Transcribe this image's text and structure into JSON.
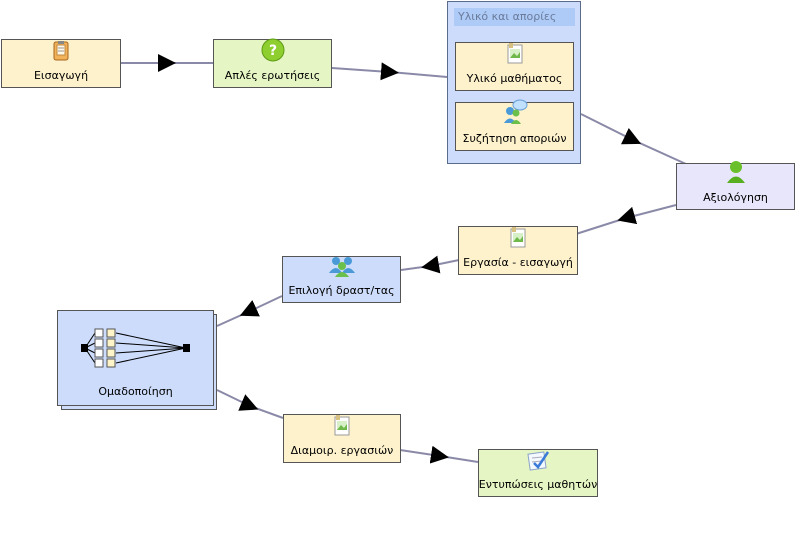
{
  "nodes": {
    "intro": "Εισαγωγή",
    "simple_questions": "Απλές ερωτήσεις",
    "group_title": "Υλικό και απορίες",
    "course_material": "Υλικό μαθήματος",
    "discussion": "Συζήτηση αποριών",
    "assessment": "Αξιολόγηση",
    "assignment_intro": "Εργασία - εισαγωγή",
    "activity_choice": "Επιλογή δραστ/τας",
    "grouping": "Ομαδοποίηση",
    "assignment_sharing": "Διαμοιρ. εργασιών",
    "student_impressions": "Εντυπώσεις μαθητών"
  },
  "colors": {
    "activity_yellow": "#fdf2cc",
    "activity_green": "#e6f5c4",
    "activity_blue": "#ccdcfa",
    "activity_lavender": "#e8e6fa",
    "connector": "#8a8aa8"
  },
  "icons": {
    "intro": "notepad-icon",
    "simple_questions": "question-icon",
    "course_material": "image-document-icon",
    "discussion": "chat-users-icon",
    "assessment": "user-icon",
    "assignment_intro": "image-document-icon",
    "activity_choice": "group-users-icon",
    "grouping": "branching-icon",
    "assignment_sharing": "image-document-icon",
    "student_impressions": "checklist-icon"
  }
}
